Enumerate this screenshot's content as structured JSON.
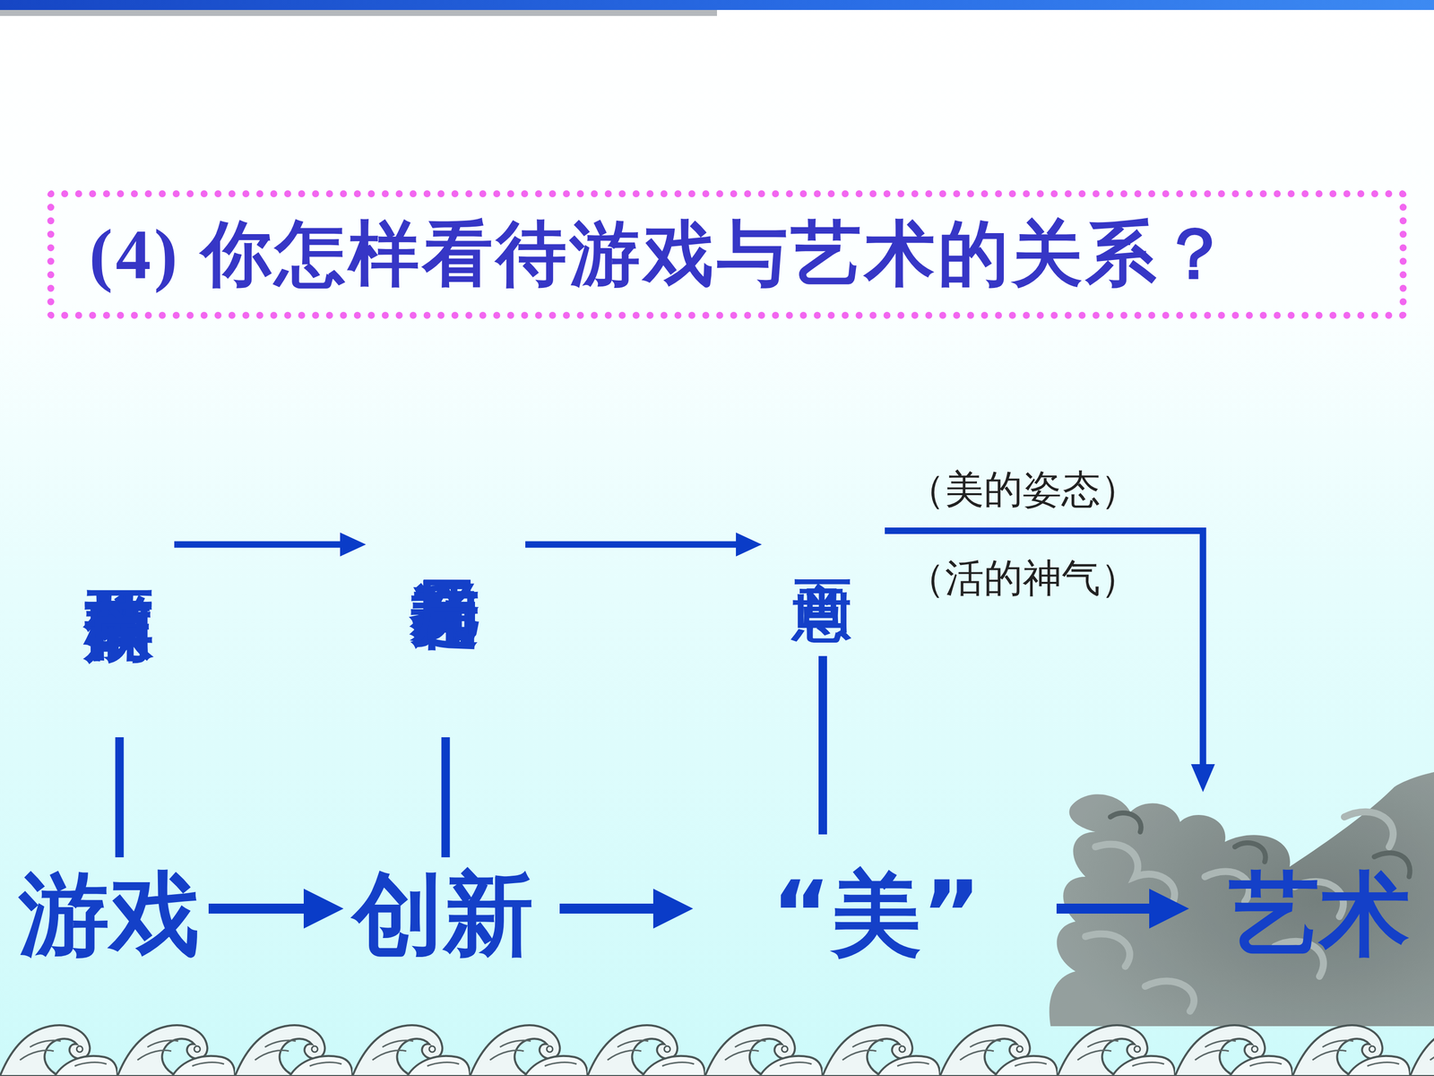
{
  "diagram": {
    "title": "(4) 你怎样看待游戏与艺术的关系？",
    "nodes": [
      {
        "text": [
          "依样画葫芦"
        ]
      },
      {
        "text": [
          "选择和布局"
        ]
      },
      {
        "text": [
          "画意"
        ]
      },
      {
        "text": [
          "游戏"
        ]
      },
      {
        "text": [
          "创新"
        ]
      },
      {
        "text": [
          "“美”"
        ]
      },
      {
        "text": [
          "艺术"
        ]
      }
    ],
    "edges": [
      {
        "from": 0,
        "to": 1,
        "arrow": "to"
      },
      {
        "from": 1,
        "to": 2,
        "arrow": "to"
      },
      {
        "from": 2,
        "to": 6,
        "label": "（美的姿态）",
        "arrow": "to"
      },
      {
        "from": 0,
        "to": 3,
        "arrow": "none"
      },
      {
        "from": 1,
        "to": 4,
        "arrow": "none"
      },
      {
        "from": 2,
        "to": 5,
        "arrow": "none"
      },
      {
        "from": 3,
        "to": 4,
        "arrow": "to"
      },
      {
        "from": 4,
        "to": 5,
        "arrow": "to"
      },
      {
        "from": 5,
        "to": 6,
        "arrow": "to"
      }
    ],
    "labels": [
      "（活的神气）"
    ]
  }
}
